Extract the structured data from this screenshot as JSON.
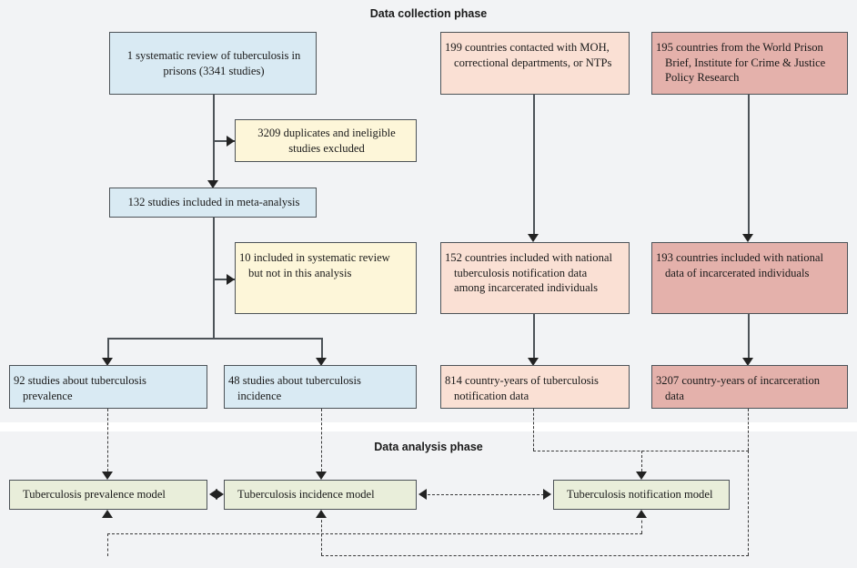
{
  "figure": {
    "phases": [
      {
        "id": "collection",
        "title": "Data collection phase"
      },
      {
        "id": "analysis",
        "title": "Data analysis phase"
      }
    ],
    "colors": {
      "background": "#f2f3f5",
      "blue": "#d9eaf3",
      "yellow": "#fdf6d9",
      "peach": "#fae0d4",
      "rose": "#e4b1ab",
      "green": "#e9eeda",
      "border": "#4d5358",
      "arrow": "#222222"
    },
    "nodes": {
      "systematic_review": "1 systematic review of tuberculosis in prisons (3341 studies)",
      "duplicates_excluded": "3209 duplicates and ineligible studies excluded",
      "meta_analysis": "132 studies included in meta-analysis",
      "not_in_analysis": "10 included in systematic review but not in this analysis",
      "prevalence_studies": "92 studies about tuberculosis prevalence",
      "incidence_studies": "48 studies about tuberculosis incidence",
      "countries_contacted": "199 countries contacted with MOH, correctional departments, or NTPs",
      "countries_notification": "152 countries included with national tuberculosis notification data among incarcerated individuals",
      "country_years_notification": "814 country-years of tuberculosis notification data",
      "world_prison_brief": "195 countries from the World Prison Brief, Institute for Crime & Justice Policy Research",
      "countries_incarceration": "193 countries included with national data of incarcerated individuals",
      "country_years_incarceration": "3207 country-years of incarceration data",
      "prevalence_model": "Tuberculosis prevalence model",
      "incidence_model": "Tuberculosis incidence model",
      "notification_model": "Tuberculosis notification model"
    }
  }
}
